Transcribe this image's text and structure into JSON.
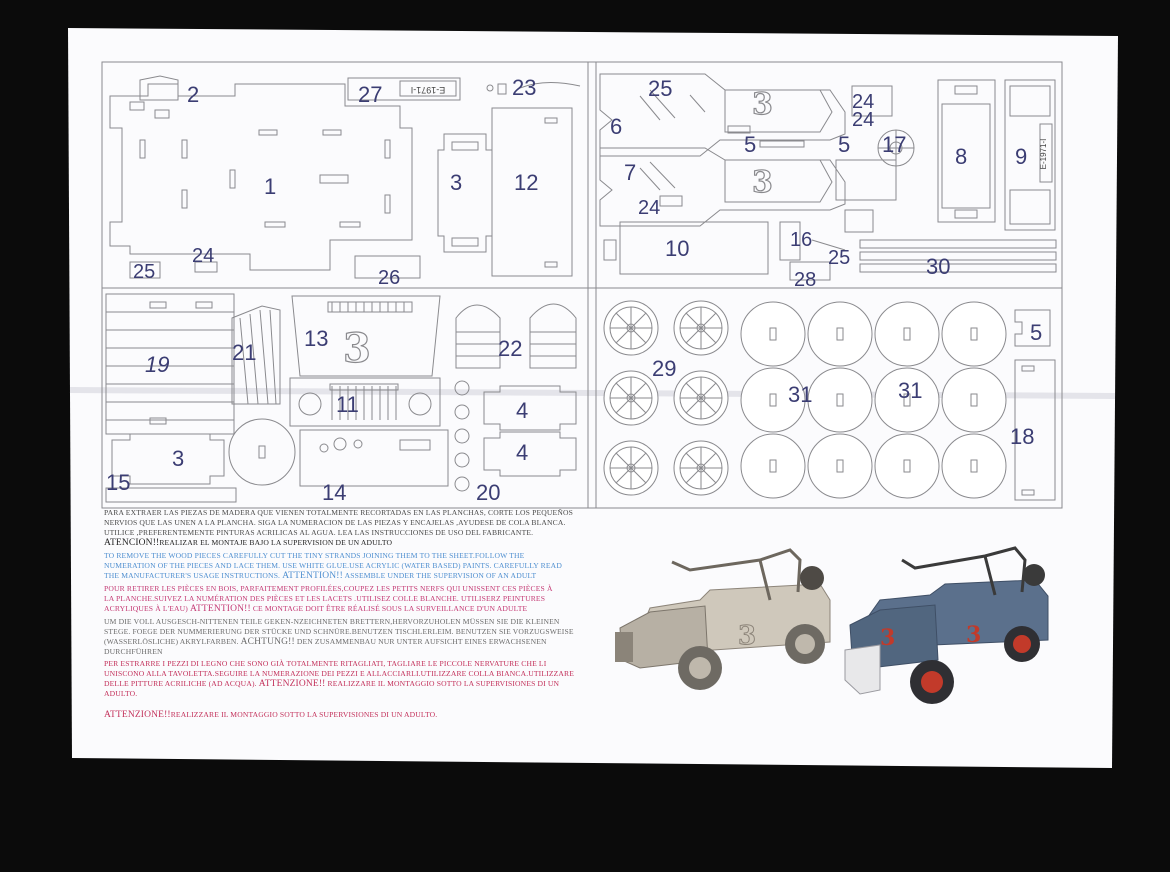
{
  "plate": "E-1971-I",
  "hood_number": "3",
  "part_numbers": {
    "p1": "1",
    "p2": "2",
    "p3a": "3",
    "p3b": "3",
    "p4a": "4",
    "p4b": "4",
    "p5a": "5",
    "p5b": "5",
    "p5c": "5",
    "p6": "6",
    "p7": "7",
    "p8": "8",
    "p9": "9",
    "p10": "10",
    "p11": "11",
    "p12": "12",
    "p13": "13",
    "p14": "14",
    "p15": "15",
    "p16": "16",
    "p17": "17",
    "p18": "18",
    "p19": "19",
    "p20": "20",
    "p21": "21",
    "p22": "22",
    "p23": "23",
    "p24a": "24",
    "p24b": "24",
    "p24c": "24",
    "p24d": "24",
    "p25a": "25",
    "p25b": "25",
    "p25c": "25",
    "p26": "26",
    "p27": "27",
    "p28": "28",
    "p29": "29",
    "p30": "30",
    "p31a": "31",
    "p31b": "31"
  },
  "instructions": {
    "es_1": "PARA EXTRAER LAS PIEZAS DE MADERA QUE VIENEN TOTALMENTE RECORTADAS EN LAS PLANCHAS, CORTE LOS PEQUEÑOS",
    "es_2": "NERVIOS QUE LAS UNEN A LA PLANCHA. SIGA LA NUMERACION DE LAS PIEZAS Y ENCAJELAS ,AYUDESE DE COLA BLANCA.",
    "es_3": "UTILICE ,PREFERENTEMENTE PINTURAS ACRILICAS AL AGUA. LEA LAS INSTRUCCIONES DE USO DEL FABRICANTE.",
    "es_4_att": "ATENCION!!",
    "es_4": "REALIZAR EL MONTAJE BAJO LA SUPERVISION DE UN ADULTO",
    "en_1": "TO REMOVE THE WOOD PIECES CAREFULLY CUT THE TINY STRANDS JOINING THEM TO THE SHEET.FOLLOW THE",
    "en_2": "NUMERATION OF THE PIECES AND LACE THEM. USE WHITE GLUE.USE ACRYLIC (WATER BASED) PAINTS. CAREFULLY READ",
    "en_3": "THE MANUFACTURER'S USAGE INSTRUCTIONS.",
    "en_3_att": "ATTENTION!!",
    "en_3b": "ASSEMBLE UNDER THE SUPERVISION OF AN ADULT",
    "fr_1": "POUR RETIRER LES PIÈCES EN BOIS, PARFAITEMENT PROFILÉES,COUPEZ LES PETITS NERFS QUI UNISSENT CES PIÈCES À",
    "fr_2": "LA PLANCHE.SUIVEZ LA NUMÉRATION DES PIÈCES ET LES LACETS .UTILISEZ COLLE BLANCHE. UTILISERZ PEINTURES",
    "fr_3": "ACRYLIQUES À L'EAU)",
    "fr_3_att": "ATTENTION!!",
    "fr_3b": "CE MONTAGE DOIT ÊTRE RÉALISÉ SOUS LA SURVEILLANCE D'UN ADULTE",
    "de_1": "UM DIE VOLL AUSGESCH-NITTENEN TEILE GEKEN-NZEICHNETEN BRETTERN,HERVORZUHOLEN MÜSSEN SIE DIE KLEINEN",
    "de_2": "STEGE. FOEGE DER NUMMERIERUNG DER STÜCKE UND SCHNÜRE.BENUTZEN TISCHLERLEIM. BENUTZEN SIE VORZUGSWEISE",
    "de_3": "(WASSERLÖSLICHE) AKRYLFARBEN.",
    "de_3_att": "ACHTUNG!!",
    "de_3b": "DEN ZUSAMMENBAU NUR UNTER AUFSICHT EINES ERWACHSENEN",
    "de_4": "DURCHFÜHREN",
    "it_1": "PER ESTRARRE I PEZZI DI LEGNO CHE SONO GIÀ TOTALMENTE RITAGLIATI, TAGLIARE LE PICCOLE NERVATURE CHE LI",
    "it_2": "UNISCONO ALLA TAVOLETTA.SEGUIRE LA NUMERAZIONE DEI PEZZI E ALLACCIARLI.UTILIZZARE COLLA BIANCA.UTILIZZARE",
    "it_3": "DELLE PITTURE ACRILICHE (AD ACQUA).",
    "it_3_att": "ATTENZIONE!!",
    "it_3b": "REALIZZARE IL MONTAGGIO SOTTO LA SUPERVISIONES DI UN",
    "it_4": "ADULTO.",
    "it_5_att": "ATTENZIONE!!",
    "it_5": "REALIZZARE IL MONTAGGIO SOTTO LA SUPERVISIONES DI UN ADULTO."
  },
  "colors": {
    "background": "#0b0b0b",
    "paper": "#fbfbfd",
    "line": "#8a8a8e",
    "number": "#3b3d73",
    "jeep_blue": "#5b708c",
    "jeep_red": "#c23a2a"
  }
}
